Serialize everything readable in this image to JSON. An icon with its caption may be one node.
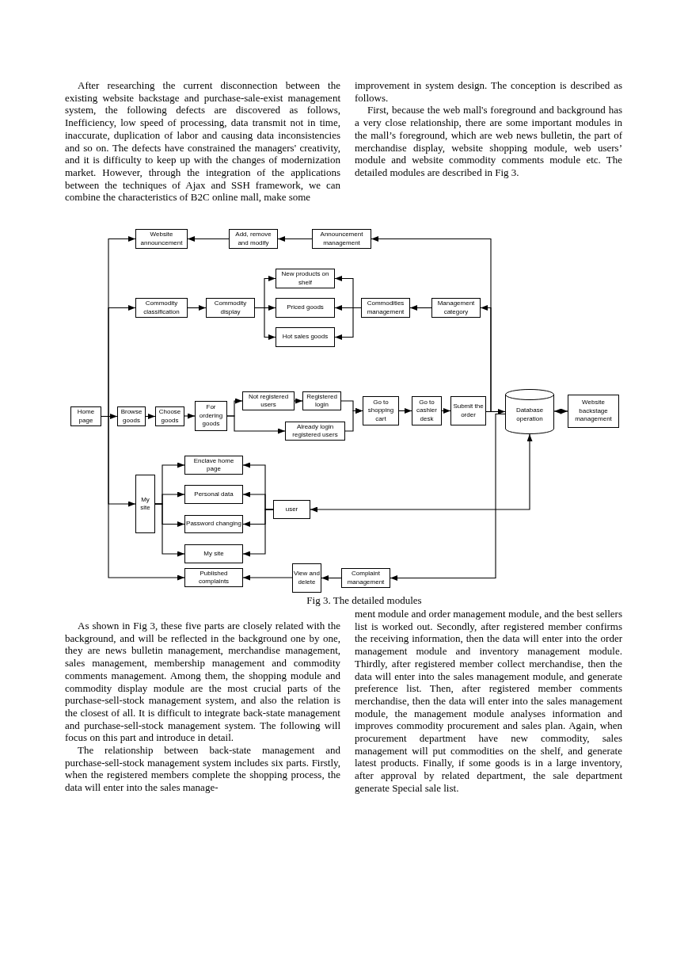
{
  "diagram": {
    "caption": "Fig 3. The detailed modules",
    "nodes": [
      {
        "text": [
          "Website announcement"
        ]
      },
      {
        "text": [
          "Add, remove and modify"
        ]
      },
      {
        "text": [
          "Announcement management"
        ]
      },
      {
        "text": [
          "New products on shelf"
        ]
      },
      {
        "text": [
          "Commodity classification"
        ]
      },
      {
        "text": [
          "Commodity display"
        ]
      },
      {
        "text": [
          "Priced goods"
        ]
      },
      {
        "text": [
          "Commodities management"
        ]
      },
      {
        "text": [
          "Management category"
        ]
      },
      {
        "text": [
          "Hot sales goods"
        ]
      },
      {
        "text": [
          "Not registered users"
        ]
      },
      {
        "text": [
          "Registered login"
        ]
      },
      {
        "text": [
          "Home page"
        ]
      },
      {
        "text": [
          "Browse goods"
        ]
      },
      {
        "text": [
          "Choose goods"
        ]
      },
      {
        "text": [
          "For ordering goods"
        ]
      },
      {
        "text": [
          "Go to shopping cart"
        ]
      },
      {
        "text": [
          "Go to cashier desk"
        ]
      },
      {
        "text": [
          "Submit the order"
        ]
      },
      {
        "text": [
          "Database operation"
        ]
      },
      {
        "text": [
          "Website backstage management"
        ]
      },
      {
        "text": [
          "Already login registered users"
        ]
      },
      {
        "text": [
          "Enclave home page"
        ]
      },
      {
        "text": [
          "My site"
        ]
      },
      {
        "text": [
          "Personal data"
        ]
      },
      {
        "text": [
          "user"
        ]
      },
      {
        "text": [
          "Password changing"
        ]
      },
      {
        "text": [
          "My site"
        ]
      },
      {
        "text": [
          "View and delete"
        ]
      },
      {
        "text": [
          "Published complaints"
        ]
      },
      {
        "text": [
          "Complaint management"
        ]
      }
    ],
    "edges": [
      {
        "from": 12,
        "to": 0,
        "arrow": "to"
      },
      {
        "from": 12,
        "to": 4,
        "arrow": "to"
      },
      {
        "from": 12,
        "to": 13,
        "arrow": "to"
      },
      {
        "from": 12,
        "to": 23,
        "arrow": "to"
      },
      {
        "from": 12,
        "to": 29,
        "arrow": "to"
      },
      {
        "from": 1,
        "to": 0,
        "arrow": "to"
      },
      {
        "from": 2,
        "to": 1,
        "arrow": "to"
      },
      {
        "from": 4,
        "to": 5,
        "arrow": "to"
      },
      {
        "from": 5,
        "to": 3,
        "arrow": "to"
      },
      {
        "from": 5,
        "to": 6,
        "arrow": "to"
      },
      {
        "from": 5,
        "to": 9,
        "arrow": "to"
      },
      {
        "from": 7,
        "to": 3,
        "arrow": "to"
      },
      {
        "from": 7,
        "to": 6,
        "arrow": "to"
      },
      {
        "from": 7,
        "to": 9,
        "arrow": "to"
      },
      {
        "from": 8,
        "to": 7,
        "arrow": "to"
      },
      {
        "from": 13,
        "to": 14,
        "arrow": "to"
      },
      {
        "from": 14,
        "to": 15,
        "arrow": "to"
      },
      {
        "from": 15,
        "to": 10,
        "arrow": "to"
      },
      {
        "from": 15,
        "to": 21,
        "arrow": "to"
      },
      {
        "from": 10,
        "to": 11,
        "arrow": "to"
      },
      {
        "from": 11,
        "to": 16,
        "arrow": "to"
      },
      {
        "from": 21,
        "to": 16,
        "arrow": "to"
      },
      {
        "from": 16,
        "to": 17,
        "arrow": "to"
      },
      {
        "from": 17,
        "to": 18,
        "arrow": "to"
      },
      {
        "from": 18,
        "to": 19,
        "arrow": "to"
      },
      {
        "from": 19,
        "to": 2,
        "arrow": "to"
      },
      {
        "from": 19,
        "to": 8,
        "arrow": "to"
      },
      {
        "from": 19,
        "to": 20,
        "arrow": "both"
      },
      {
        "from": 19,
        "to": 30,
        "arrow": "to"
      },
      {
        "from": 25,
        "to": 19,
        "arrow": "both"
      },
      {
        "from": 23,
        "to": 22,
        "arrow": "to"
      },
      {
        "from": 23,
        "to": 24,
        "arrow": "to"
      },
      {
        "from": 23,
        "to": 26,
        "arrow": "to"
      },
      {
        "from": 23,
        "to": 27,
        "arrow": "to"
      },
      {
        "from": 25,
        "to": 22,
        "arrow": "to"
      },
      {
        "from": 25,
        "to": 24,
        "arrow": "to"
      },
      {
        "from": 25,
        "to": 26,
        "arrow": "to"
      },
      {
        "from": 25,
        "to": 27,
        "arrow": "to"
      },
      {
        "from": 30,
        "to": 28,
        "arrow": "to"
      },
      {
        "from": 28,
        "to": 29,
        "arrow": "to"
      }
    ],
    "labels": [
      "After researching the current disconnection between the existing website backstage and purchase-sale-exist management system, the following defects are discovered as follows, Inefficiency, low speed of processing, data transmit not in time, inaccurate, duplication of labor and causing data inconsistencies and so on. The defects have constrained the managers' creativity, and it is difficulty to keep up with the changes of modernization market. However, through the integration of the applications between the techniques of Ajax and SSH framework, we can combine the characteristics of B2C online mall, make some",
      "improvement in system design. The conception is described as follows.",
      "First, because the web mall's foreground and background has a very close relationship, there are some important modules in the mall’s foreground, which are web news bulletin, the part of merchandise display, website shopping module, web users’ module and website commodity comments module etc. The detailed modules are described in Fig 3.",
      "As shown in Fig 3, these five parts are closely related with the background, and will be reflected in the background one by one, they are news bulletin management, merchandise management, sales management, membership management and commodity comments management. Among them, the shopping module and commodity display module are the most crucial parts of the purchase-sell-stock management system, and also the relation is the closest of all. It is difficult to integrate back-state management and purchase-sell-stock management system. The following will focus on this part and introduce in detail.",
      "The relationship between back-state management and purchase-sell-stock management system includes six parts. Firstly, when the registered members complete the shopping process, the data will enter into the sales manage-",
      "ment module and order management module, and the best sellers list is worked out. Secondly, after registered member confirms the receiving information, then the data will enter into the order management module and inventory management module. Thirdly, after registered member collect merchandise, then the data will enter into the sales management module, and generate preference list. Then, after registered member comments merchandise, then the data will enter into the sales management module, the management module analyses information and improves commodity procurement and sales plan. Again, when procurement department have new commodity, sales management will put commodities on the shelf, and generate latest products. Finally, if some goods is in a large inventory, after approval by related department, the sale department generate Special sale list."
    ]
  }
}
